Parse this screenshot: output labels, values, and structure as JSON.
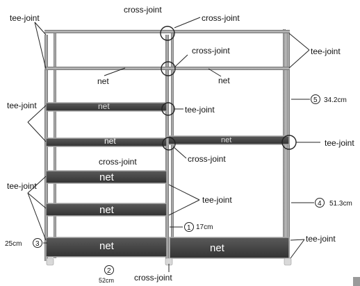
{
  "labels": {
    "tee_joint": "tee-joint",
    "cross_joint": "cross-joint",
    "net": "net"
  },
  "markers": {
    "m1": "1",
    "m2": "2",
    "m3": "3",
    "m4": "4",
    "m5": "5"
  },
  "dimensions": {
    "d1": "17cm",
    "d2": "52cm",
    "d3": "25cm",
    "d4": "51.3cm",
    "d5": "34.2cm"
  },
  "colors": {
    "frame": "#8c8c8c",
    "frame_dark": "#5c5c5c",
    "shelf": "#4a4a4a",
    "shelf_dark": "#2f2f2f",
    "shelf_edge": "#a9a9a9",
    "foot": "#d9d9d9",
    "leader": "#222222"
  }
}
